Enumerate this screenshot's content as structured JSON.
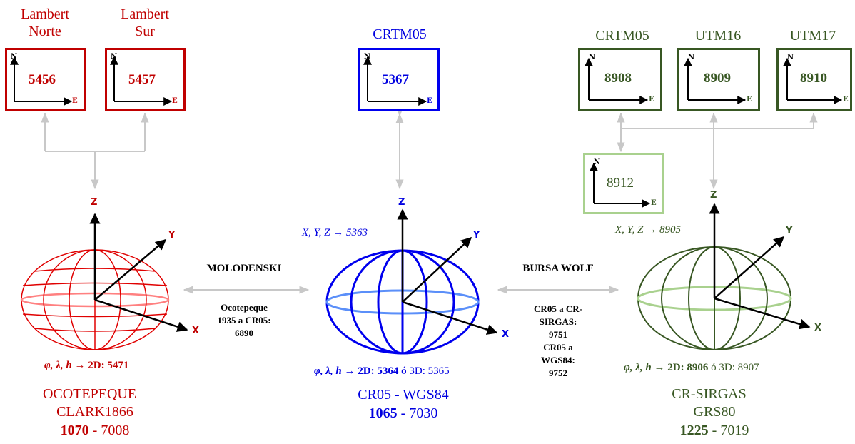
{
  "colors": {
    "red": "#c00000",
    "blue": "#0000e0",
    "green": "#385723",
    "light_green": "#a9d18e",
    "connector": "#c8c8c8",
    "black": "#000000"
  },
  "groups": {
    "ocotepeque": {
      "projections": [
        {
          "label_line1": "Lambert",
          "label_line2": "Norte",
          "code": "5456",
          "axis_n": "N",
          "axis_e": "E"
        },
        {
          "label_line1": "Lambert",
          "label_line2": "Sur",
          "code": "5457",
          "axis_n": "N",
          "axis_e": "E"
        }
      ],
      "axes": {
        "z": "Z",
        "y": "Y",
        "x": "X"
      },
      "geographic_label": "φ, λ, h",
      "geographic_codes": "→ 2D: 5471",
      "datum_name_line1": "OCOTEPEQUE –",
      "datum_name_line2": "CLARK1866",
      "datum_code": "1070",
      "ellipsoid_code": " - 7008"
    },
    "cr05": {
      "projections": [
        {
          "label": "CRTM05",
          "code": "5367",
          "axis_n": "N",
          "axis_e": "E"
        }
      ],
      "axes": {
        "z": "Z",
        "y": "Y",
        "x": "X"
      },
      "cartesian_label": "X, Y, Z → 5363",
      "geographic_label": "φ, λ, h",
      "geographic_2d": "→ 2D: 5364",
      "geographic_3d": " ó 3D: 5365",
      "datum_name": "CR05 - WGS84",
      "datum_code": "1065",
      "ellipsoid_code": " - 7030"
    },
    "crsirgas": {
      "projections": [
        {
          "label": "CRTM05",
          "code": "8908",
          "axis_n": "N",
          "axis_e": "E"
        },
        {
          "label": "UTM16",
          "code": "8909",
          "axis_n": "N",
          "axis_e": "E"
        },
        {
          "label": "UTM17",
          "code": "8910",
          "axis_n": "N",
          "axis_e": "E"
        }
      ],
      "local_projection": {
        "code": "8912",
        "axis_n": "N",
        "axis_e": "E"
      },
      "axes": {
        "z": "Z",
        "y": "Y",
        "x": "X"
      },
      "cartesian_label": "X, Y, Z → 8905",
      "geographic_label": "φ, λ, h",
      "geographic_2d": "→ 2D: 8906",
      "geographic_3d": " ó 3D: 8907",
      "datum_name_line1": "CR-SIRGAS –",
      "datum_name_line2": "GRS80",
      "datum_code": "1225",
      "ellipsoid_code": " - 7019"
    }
  },
  "transformations": {
    "left": {
      "method": "MOLODENSKI",
      "lines": [
        "Ocotepeque",
        "1935 a CR05:",
        "6890"
      ]
    },
    "right": {
      "method": "BURSA WOLF",
      "lines": [
        "CR05 a CR-",
        "SIRGAS:",
        "9751",
        "CR05 a",
        "WGS84:",
        "9752"
      ]
    }
  }
}
